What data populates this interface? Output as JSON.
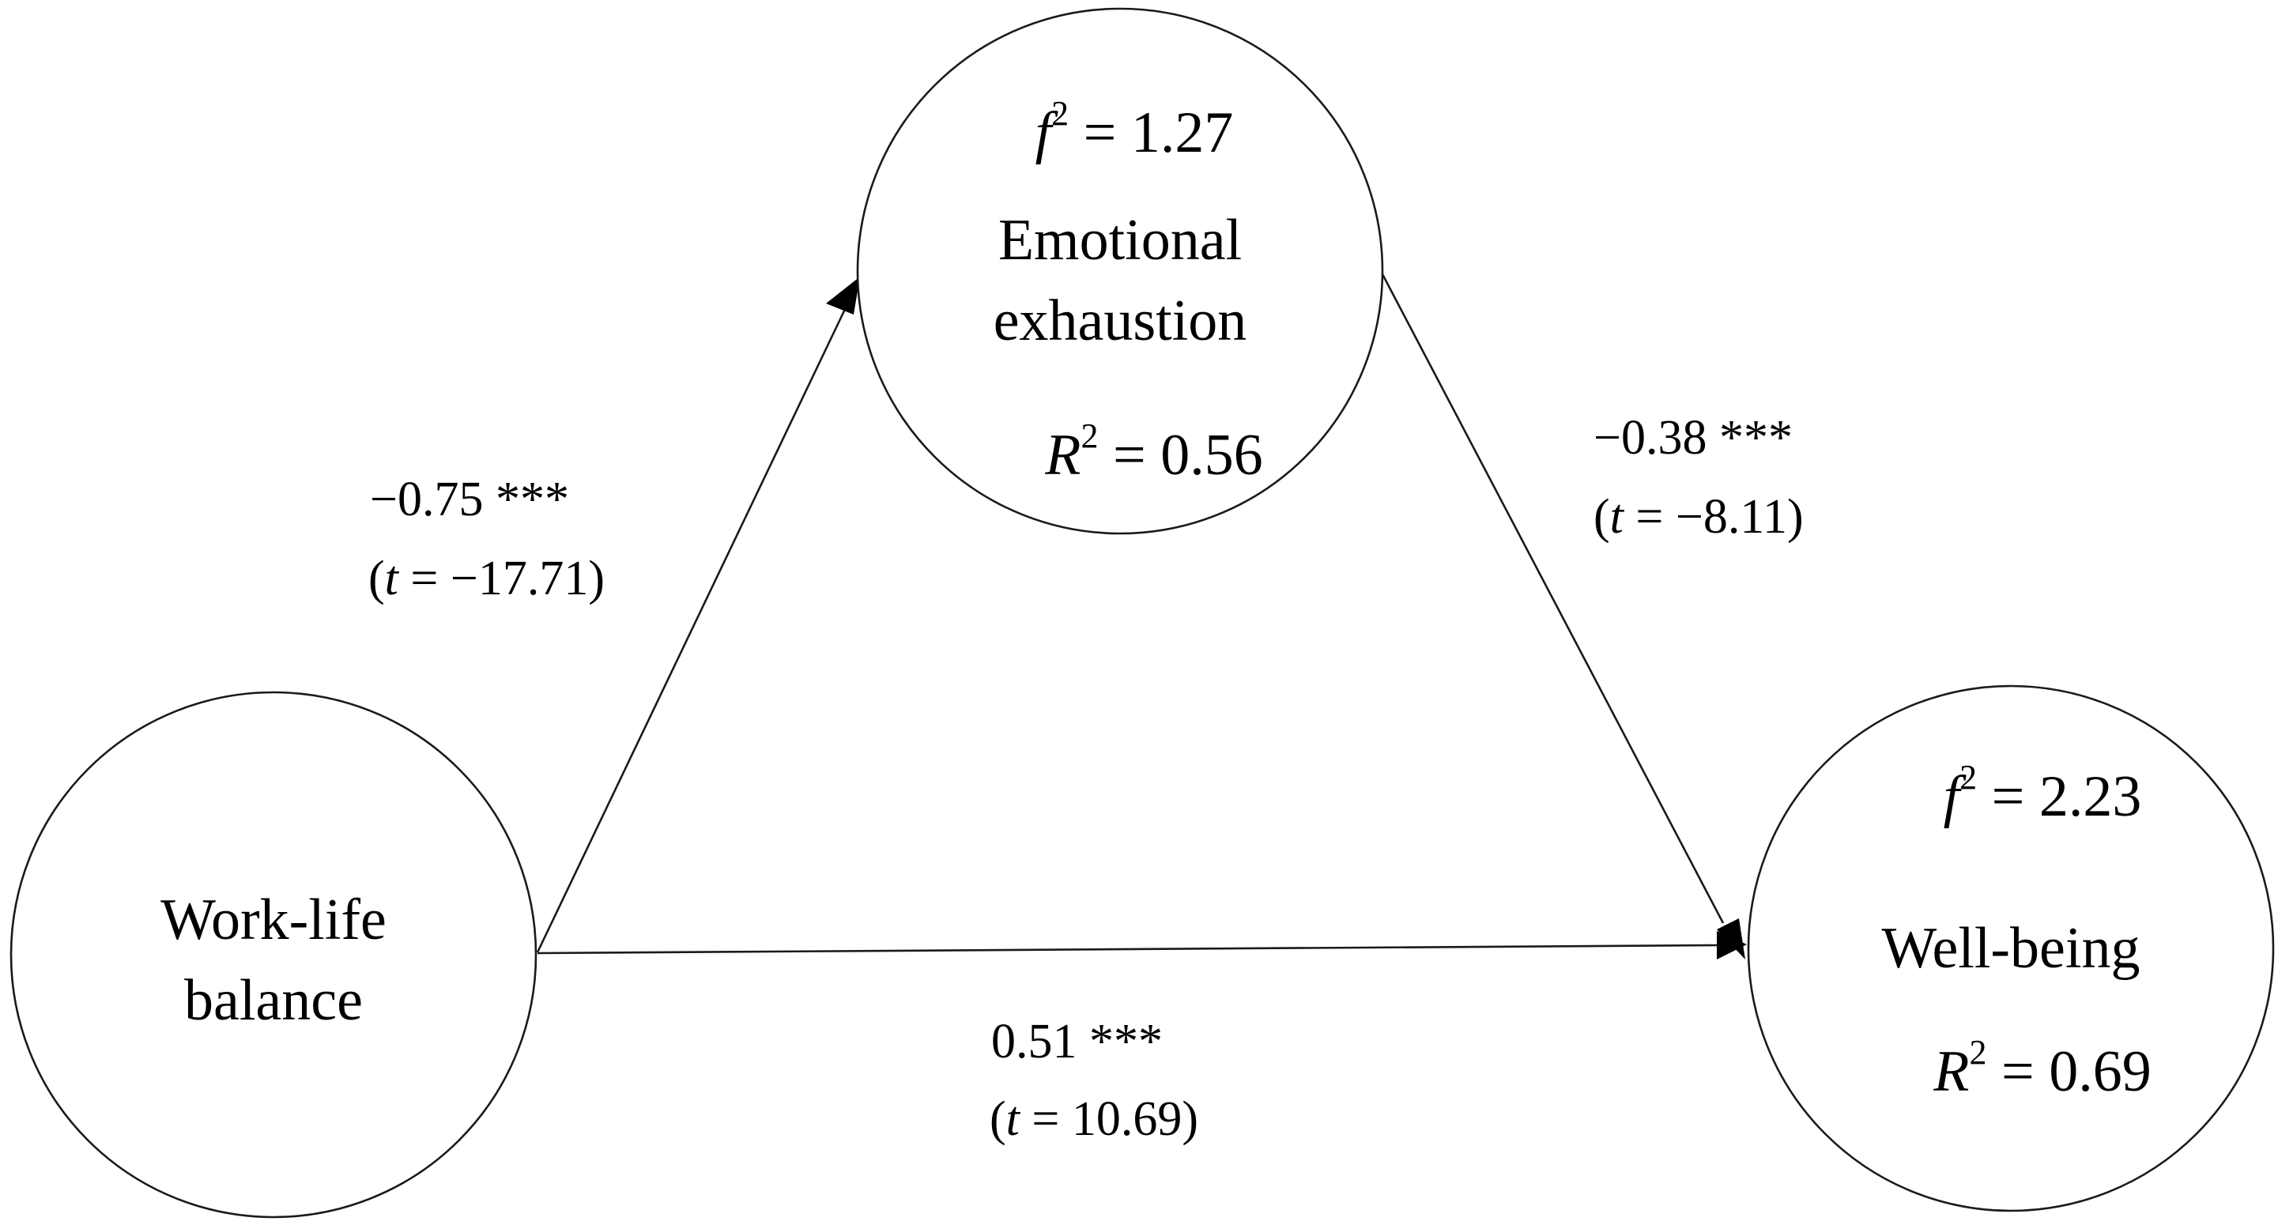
{
  "nodes": {
    "work_life_balance": {
      "label_line1": "Work-life",
      "label_line2": "balance"
    },
    "emotional_exhaustion": {
      "label_line1": "Emotional",
      "label_line2": "exhaustion",
      "f2_symbol": "f",
      "f2_exp": "2",
      "f2_value": " = 1.27",
      "r2_symbol": "R",
      "r2_exp": "2",
      "r2_value": " = 0.56"
    },
    "well_being": {
      "label_line1": "Well-being",
      "f2_symbol": "f",
      "f2_exp": "2",
      "f2_value": " = 2.23",
      "r2_symbol": "R",
      "r2_exp": "2",
      "r2_value": " = 0.69"
    }
  },
  "paths": {
    "wlb_to_ee": {
      "coefficient": "−0.75 ***",
      "t_open": "(",
      "t_symbol": "t",
      "t_value": " = −17.71)"
    },
    "ee_to_wb": {
      "coefficient": "−0.38 ***",
      "t_open": "(",
      "t_symbol": "t",
      "t_value": " = −8.11)"
    },
    "wlb_to_wb": {
      "coefficient": "0.51 ***",
      "t_open": "(",
      "t_symbol": "t",
      "t_value": " = 10.69)"
    }
  }
}
